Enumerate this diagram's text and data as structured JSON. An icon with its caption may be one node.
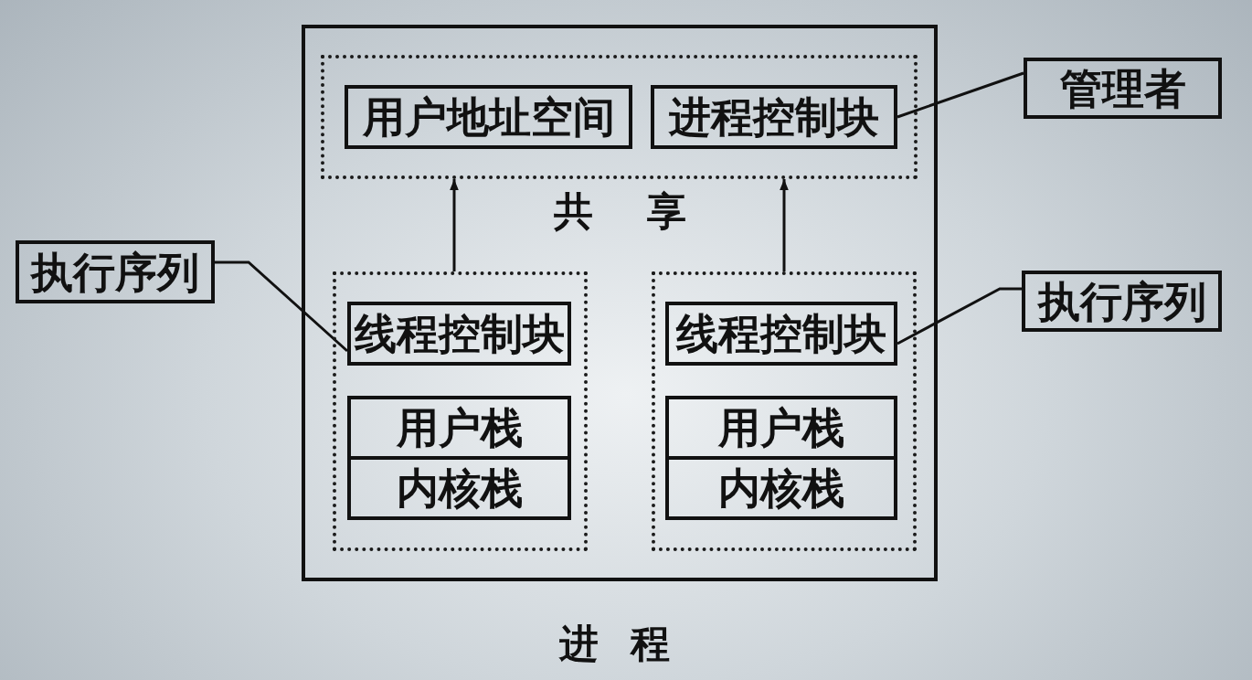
{
  "diagram": {
    "nodes": [
      {
        "text": [],
        "shape": "box",
        "beside": [
          "进程"
        ]
      },
      {
        "text": [],
        "shape": "box",
        "in": 0
      },
      {
        "text": [
          "用户地址空间"
        ],
        "in": 1
      },
      {
        "text": [
          "进程控制块"
        ],
        "in": 1
      },
      {
        "text": [
          "管理者"
        ]
      },
      {
        "text": [
          "执行序列"
        ]
      },
      {
        "text": [],
        "shape": "box",
        "in": 0
      },
      {
        "text": [
          "线程控制块"
        ],
        "in": 6
      },
      {
        "text": [
          "用户栈"
        ],
        "in": 6
      },
      {
        "text": [
          "内核栈"
        ],
        "in": 6
      },
      {
        "text": [],
        "shape": "box",
        "in": 0
      },
      {
        "text": [
          "线程控制块"
        ],
        "in": 10
      },
      {
        "text": [
          "用户栈"
        ],
        "in": 10
      },
      {
        "text": [
          "内核栈"
        ],
        "in": 10
      },
      {
        "text": [
          "执行序列"
        ]
      }
    ],
    "edges": [
      {
        "from": 6,
        "to": 1,
        "arrow": "to"
      },
      {
        "from": 10,
        "to": 1,
        "arrow": "to"
      },
      {
        "from": 4,
        "to": 3,
        "arrow": "none"
      },
      {
        "from": 5,
        "to": 7,
        "arrow": "none"
      },
      {
        "from": 14,
        "to": 11,
        "arrow": "none"
      }
    ],
    "labels": [
      "共享"
    ]
  }
}
